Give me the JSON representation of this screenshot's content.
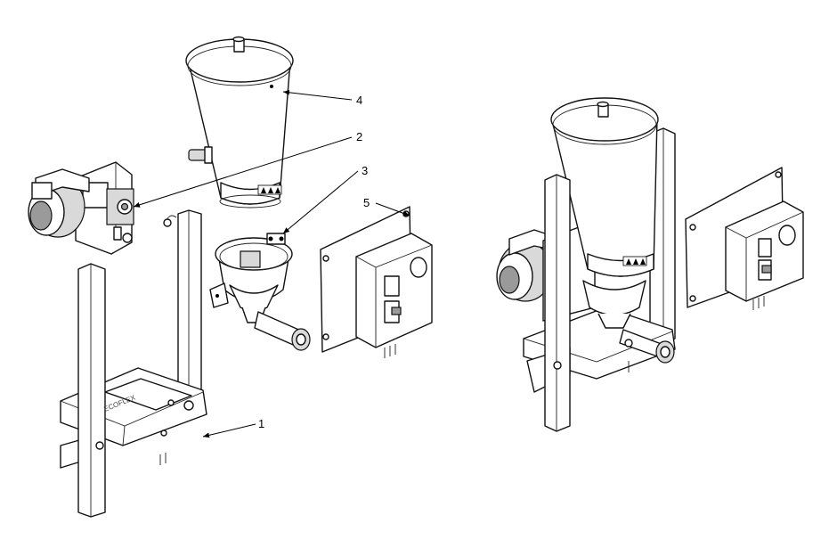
{
  "callouts": [
    {
      "id": "1",
      "text": "1"
    },
    {
      "id": "2",
      "text": "2"
    },
    {
      "id": "3",
      "text": "3"
    },
    {
      "id": "4",
      "text": "4"
    },
    {
      "id": "5",
      "text": "5"
    }
  ],
  "icons": [
    "hopper-icon",
    "gear-motor-icon",
    "feeder-bowl-icon",
    "control-box-icon",
    "stand-frame-icon",
    "warning-triangle-icon"
  ]
}
